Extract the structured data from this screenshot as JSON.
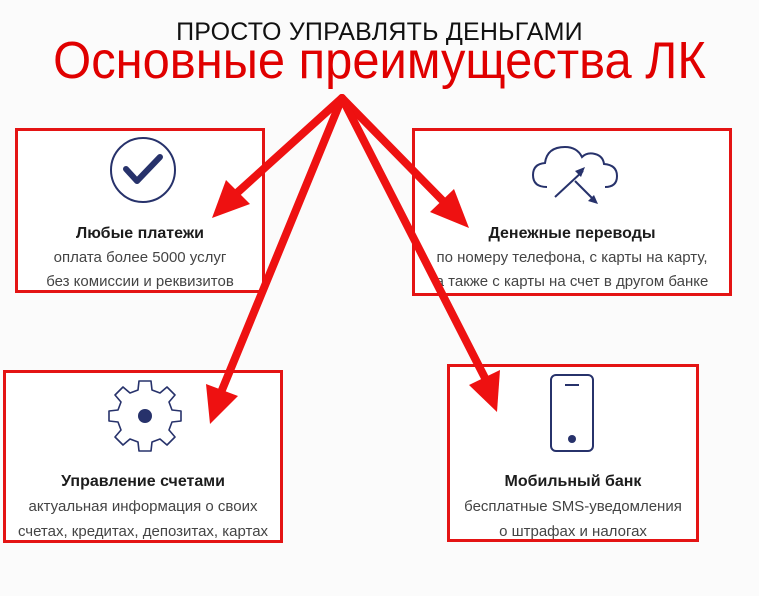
{
  "header": {
    "subtitle": "ПРОСТО УПРАВЛЯТЬ ДЕНЬГАМИ",
    "title": "Основные преимущества ЛК"
  },
  "cards": [
    {
      "icon": "checkmark-circle-icon",
      "title": "Любые платежи",
      "line1": "оплата более 5000 услуг",
      "line2": "без комиссии и реквизитов"
    },
    {
      "icon": "cloud-transfer-icon",
      "title": "Денежные переводы",
      "line1": "по номеру телефона, с карты на карту,",
      "line2": "а также с карты на счет в другом банке"
    },
    {
      "icon": "gear-icon",
      "title": "Управление счетами",
      "line1": "актуальная информация о своих",
      "line2": "счетах, кредитах, депозитах, картах"
    },
    {
      "icon": "mobile-phone-icon",
      "title": "Мобильный банк",
      "line1": "бесплатные SMS-уведомления",
      "line2": "о штрафах и налогах"
    }
  ],
  "colors": {
    "accent": "#e41414",
    "icon": "#27326b"
  }
}
